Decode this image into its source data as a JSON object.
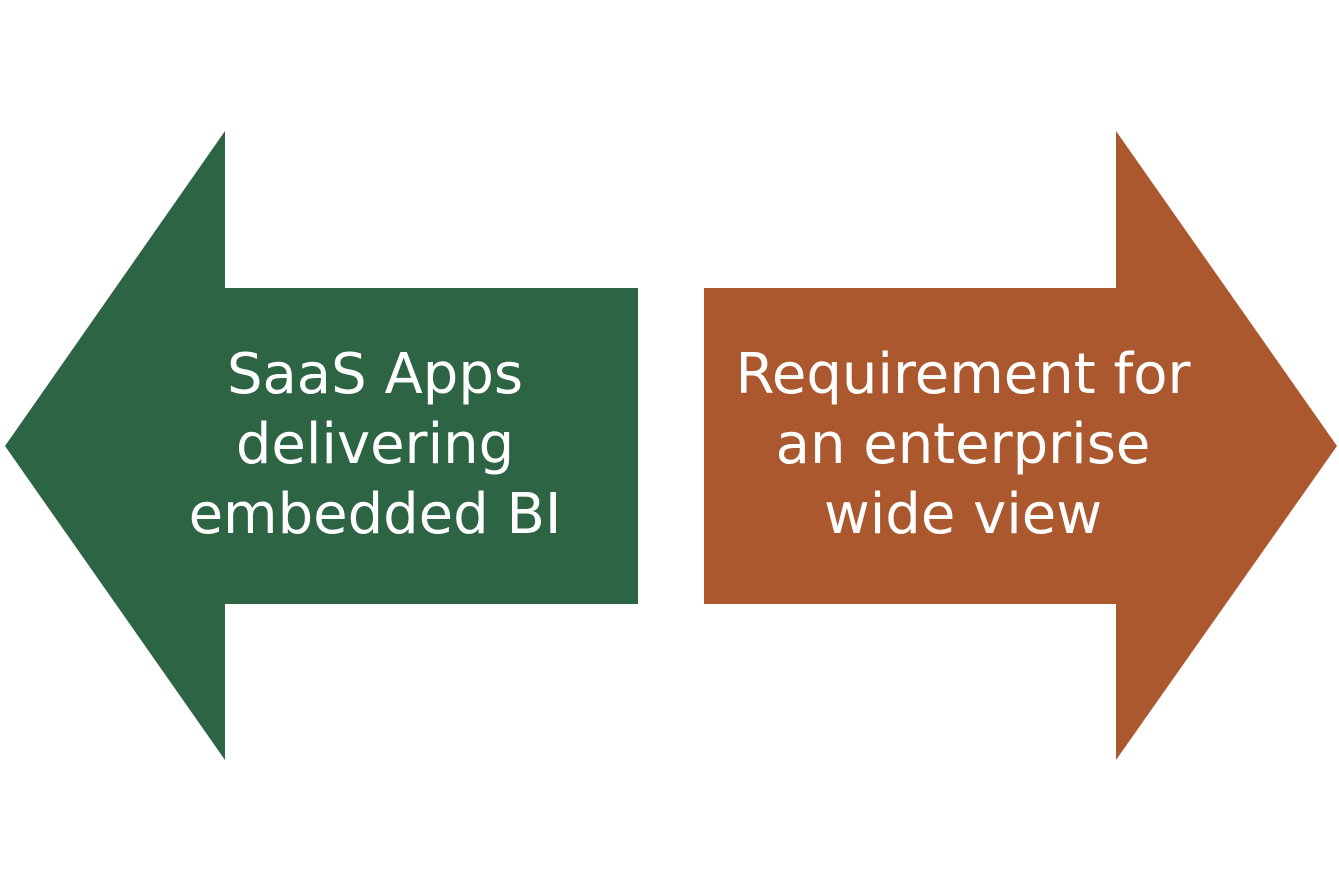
{
  "diagram": {
    "type": "opposing-arrows",
    "left_arrow": {
      "direction": "left",
      "color": "#2D6444",
      "text_color": "#FFFFFF",
      "lines": [
        "SaaS Apps",
        "delivering",
        "embedded BI"
      ]
    },
    "right_arrow": {
      "direction": "right",
      "color": "#AC582F",
      "text_color": "#FFFFFF",
      "lines": [
        "Requirement for",
        "an enterprise",
        "wide view"
      ]
    }
  }
}
